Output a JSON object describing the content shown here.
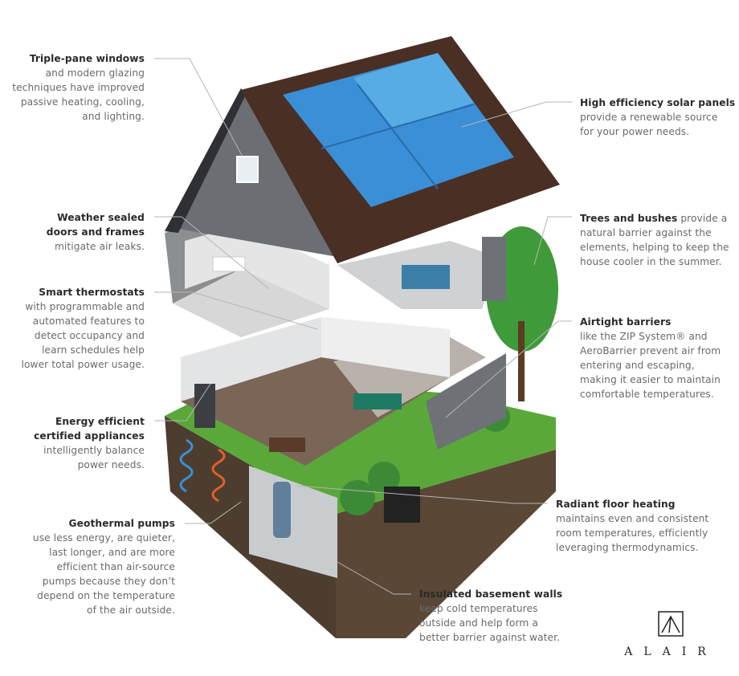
{
  "callouts": {
    "triple_pane": {
      "title": "Triple-pane windows",
      "lines": [
        "and modern glazing",
        "techniques have improved",
        "passive heating, cooling,",
        "and lighting."
      ]
    },
    "weather_sealed": {
      "title_lines": [
        "Weather sealed",
        "doors and frames"
      ],
      "lines": [
        "mitigate air leaks."
      ]
    },
    "smart_thermostats": {
      "title": "Smart thermostats",
      "lines": [
        "with programmable and",
        "automated features to",
        "detect occupancy and",
        "learn schedules help",
        "lower total power usage."
      ]
    },
    "energy_efficient": {
      "title_lines": [
        "Energy efficient",
        "certified appliances"
      ],
      "lines": [
        "intelligently balance",
        "power needs."
      ]
    },
    "geothermal": {
      "title": "Geothermal pumps",
      "lines": [
        "use less energy, are quieter,",
        "last longer, and are more",
        "efficient than air-source",
        "pumps because they don’t",
        "depend on the temperature",
        "of the air outside."
      ]
    },
    "solar": {
      "title": "High efficiency solar panels",
      "lines": [
        "provide a renewable source",
        "for your power needs."
      ]
    },
    "trees": {
      "title": "Trees and bushes",
      "title_suffix": " provide a",
      "lines": [
        "natural barrier against the",
        "elements, helping to keep the",
        "house cooler in the summer."
      ]
    },
    "airtight": {
      "title": "Airtight barriers",
      "lines": [
        "like the ZIP System® and",
        "AeroBarrier prevent air from",
        "entering and escaping,",
        "making it easier to maintain",
        "comfortable temperatures."
      ]
    },
    "radiant": {
      "title": "Radiant floor heating",
      "lines": [
        "maintains even and consistent",
        "room temperatures, efficiently",
        "leveraging thermodynamics."
      ]
    },
    "insulated": {
      "title": "Insulated basement walls",
      "lines": [
        "keep cold temperatures",
        "outside and help form a",
        "better barrier against water."
      ]
    }
  },
  "logo": {
    "wordmark": "ALAIR"
  },
  "colors": {
    "roof": "#4a2f24",
    "solar": "#3a8fd6",
    "grass": "#5aa83a",
    "soil": "#4a3a2c",
    "wall": "#8a8d90",
    "leader": "#b5b5b5",
    "heating": "#e0602a"
  }
}
